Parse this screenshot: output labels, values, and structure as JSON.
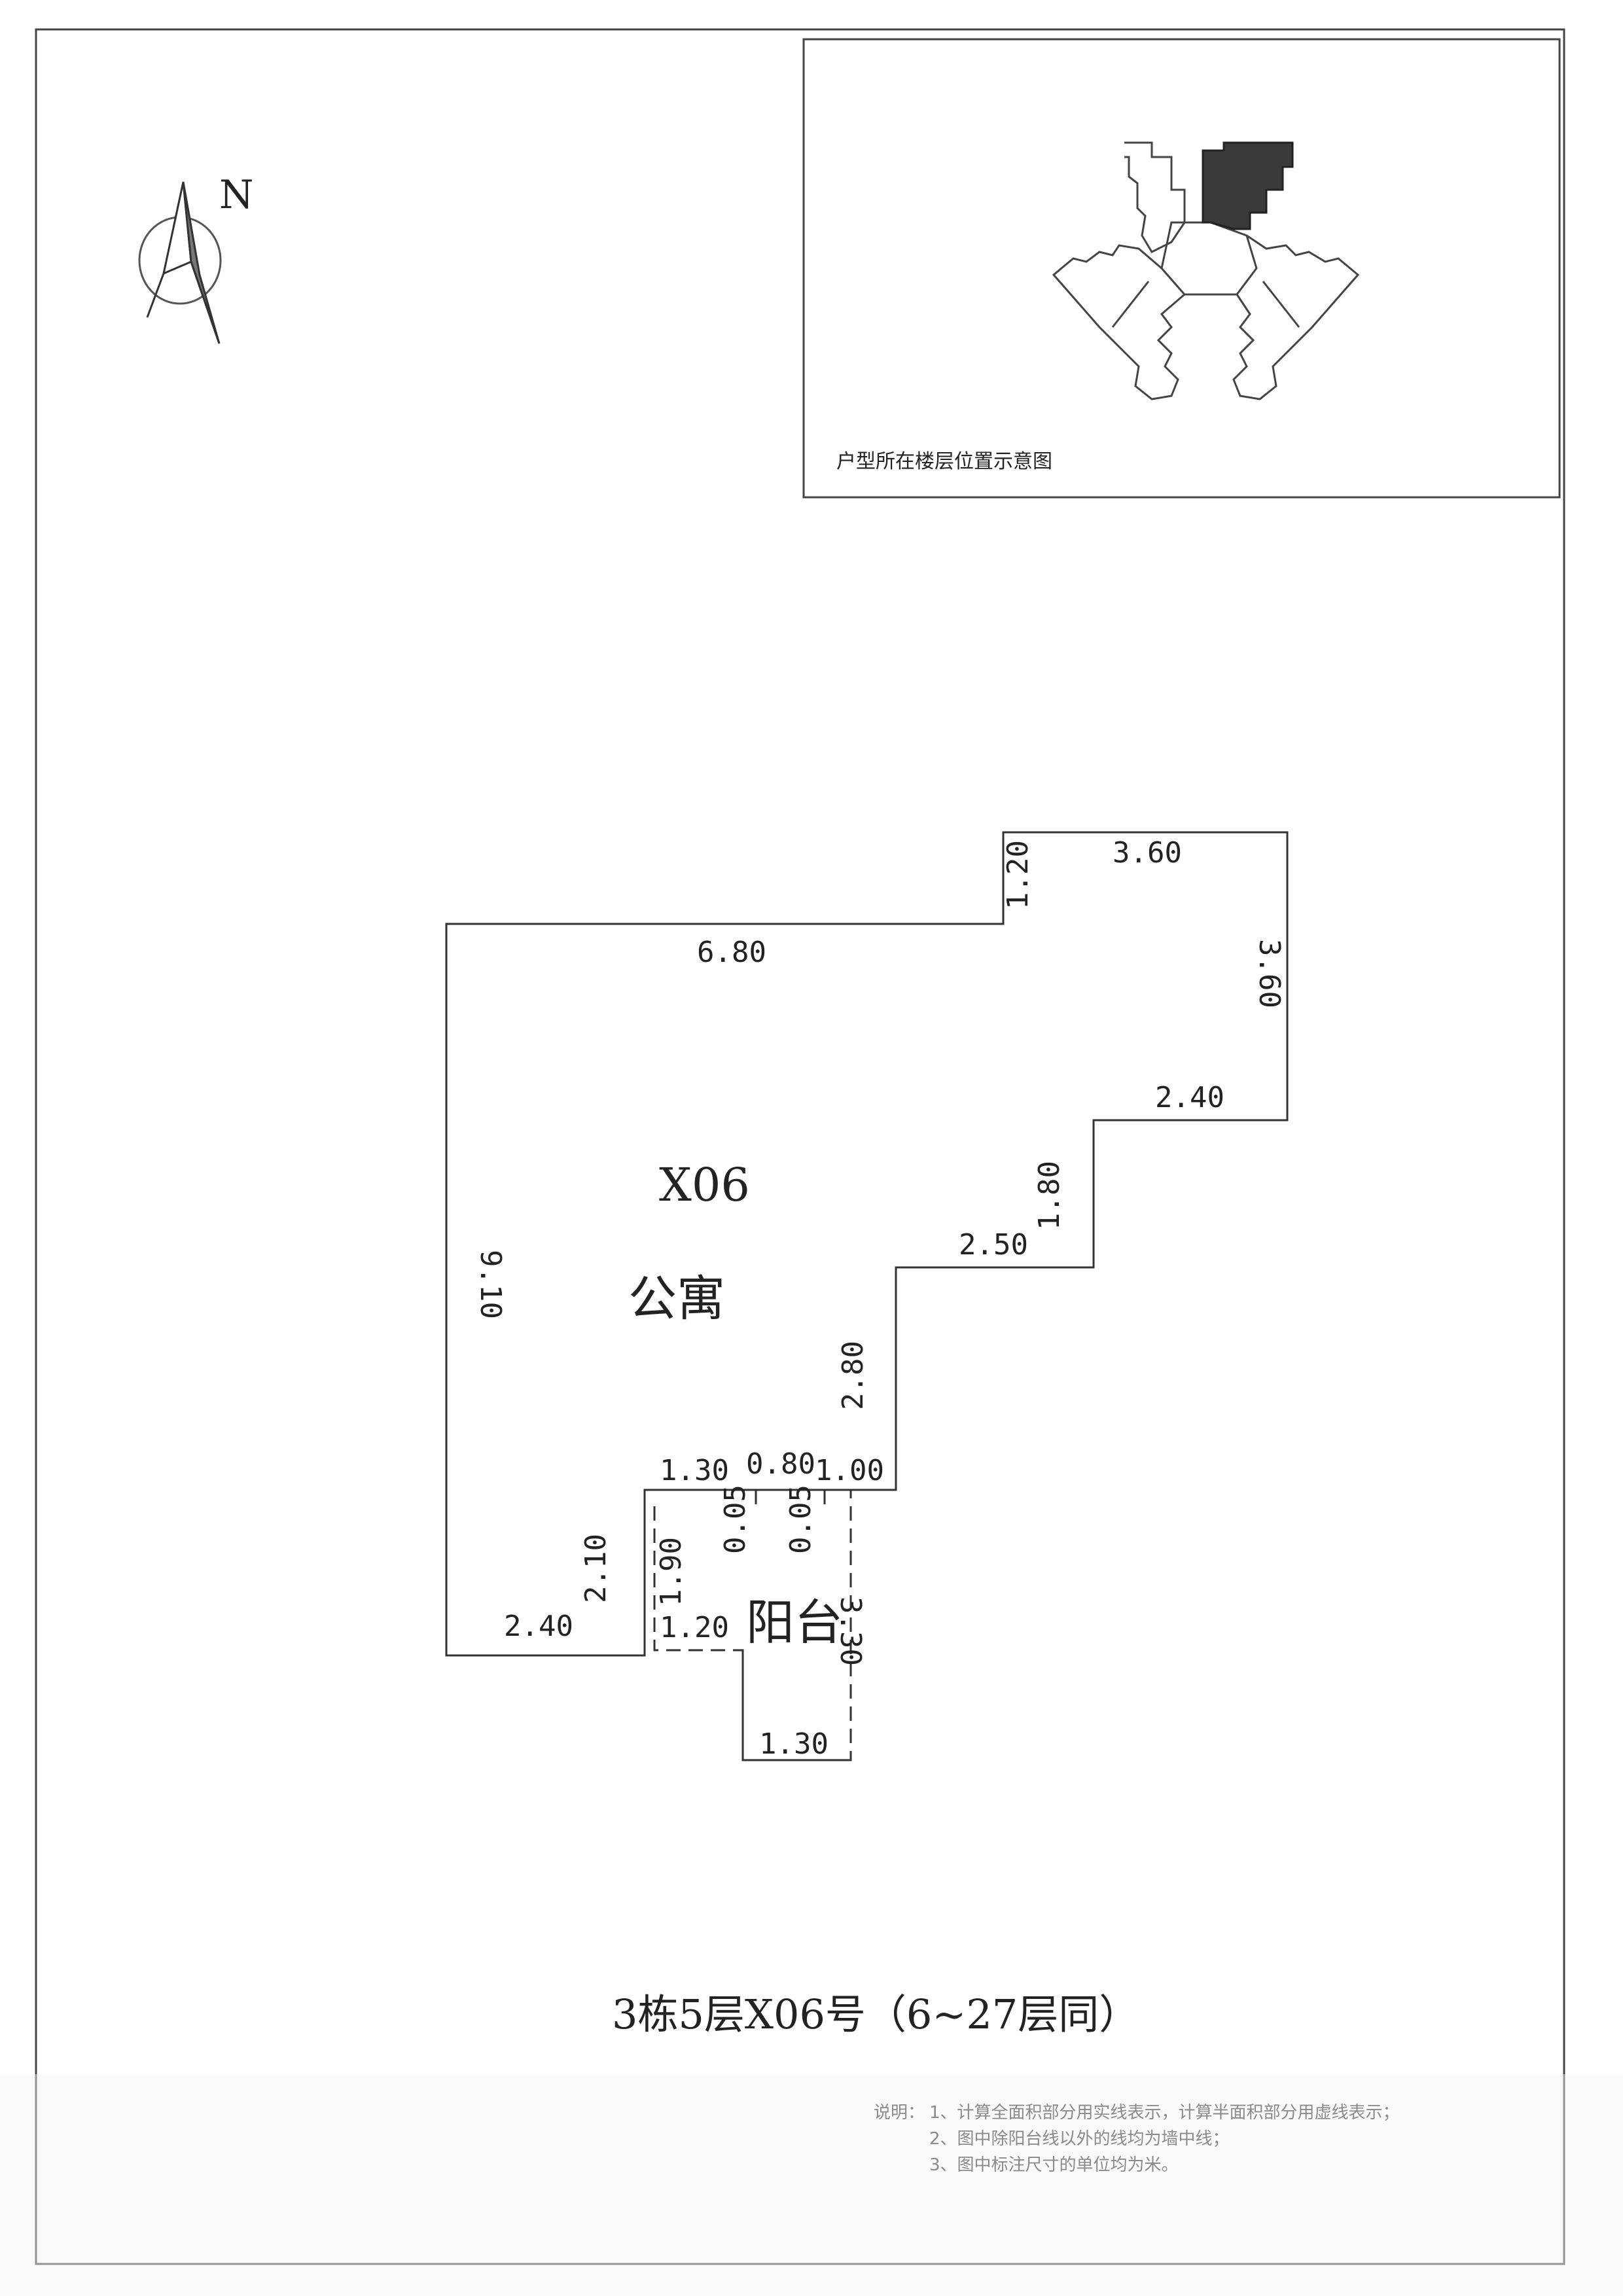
{
  "north_label": "N",
  "inset": {
    "caption": "户型所在楼层位置示意图"
  },
  "unit": {
    "code": "X06",
    "type": "公寓",
    "balcony": "阳台"
  },
  "dimensions": {
    "d_top_3_60": "3.60",
    "d_1_20": "1.20",
    "d_6_80": "6.80",
    "d_right_3_60": "3.60",
    "d_2_40_right": "2.40",
    "d_1_80": "1.80",
    "d_2_50": "2.50",
    "d_9_10": "9.10",
    "d_2_80": "2.80",
    "d_1_30_top": "1.30",
    "d_0_80": "0.80",
    "d_1_00": "1.00",
    "d_0_05_a": "0.05",
    "d_0_05_b": "0.05",
    "d_2_10": "2.10",
    "d_1_90": "1.90",
    "d_2_40_bottom": "2.40",
    "d_1_20_bottom": "1.20",
    "d_3_30": "3.30",
    "d_1_30_bottom": "1.30"
  },
  "title": "3栋5层X06号（6~27层同）",
  "notes": {
    "prefix": "说明：",
    "line1": "1、计算全面积部分用实线表示，计算半面积部分用虚线表示；",
    "line2": "2、图中除阳台线以外的线均为墙中线；",
    "line3": "3、图中标注尺寸的单位均为米。"
  }
}
